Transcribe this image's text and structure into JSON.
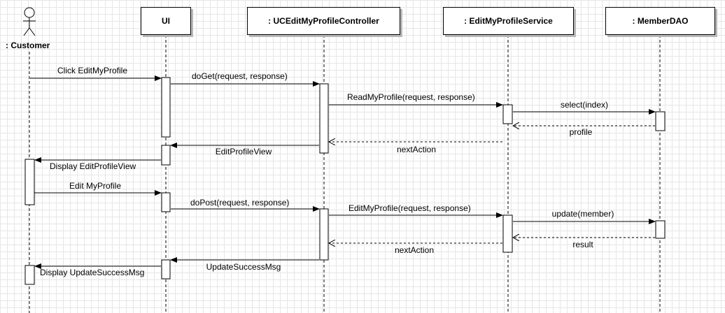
{
  "participants": [
    {
      "id": "customer",
      "label": ": Customer",
      "kind": "actor"
    },
    {
      "id": "ui",
      "label": "UI",
      "kind": "object"
    },
    {
      "id": "controller",
      "label": ": UCEditMyProfileController",
      "kind": "object"
    },
    {
      "id": "service",
      "label": ": EditMyProfileService",
      "kind": "object"
    },
    {
      "id": "dao",
      "label": ": MemberDAO",
      "kind": "object"
    }
  ],
  "messages": [
    {
      "label": "Click EditMyProfile",
      "from": "customer",
      "to": "ui",
      "type": "sync"
    },
    {
      "label": "doGet(request, response)",
      "from": "ui",
      "to": "controller",
      "type": "sync"
    },
    {
      "label": "ReadMyProfile(request, response)",
      "from": "controller",
      "to": "service",
      "type": "sync"
    },
    {
      "label": "select(index)",
      "from": "service",
      "to": "dao",
      "type": "sync"
    },
    {
      "label": "profile",
      "from": "dao",
      "to": "service",
      "type": "return"
    },
    {
      "label": "nextAction",
      "from": "service",
      "to": "controller",
      "type": "return"
    },
    {
      "label": "EditProfileView",
      "from": "controller",
      "to": "ui",
      "type": "sync"
    },
    {
      "label": "Display EditProfileView",
      "from": "ui",
      "to": "customer",
      "type": "sync"
    },
    {
      "label": "Edit MyProfile",
      "from": "customer",
      "to": "ui",
      "type": "sync"
    },
    {
      "label": "doPost(request, response)",
      "from": "ui",
      "to": "controller",
      "type": "sync"
    },
    {
      "label": "EditMyProfile(request, response)",
      "from": "controller",
      "to": "service",
      "type": "sync"
    },
    {
      "label": "update(member)",
      "from": "service",
      "to": "dao",
      "type": "sync"
    },
    {
      "label": "result",
      "from": "dao",
      "to": "service",
      "type": "return"
    },
    {
      "label": "nextAction",
      "from": "service",
      "to": "controller",
      "type": "return"
    },
    {
      "label": "UpdateSuccessMsg",
      "from": "controller",
      "to": "ui",
      "type": "sync"
    },
    {
      "label": "Display UpdateSuccessMsg",
      "from": "ui",
      "to": "customer",
      "type": "sync"
    }
  ]
}
